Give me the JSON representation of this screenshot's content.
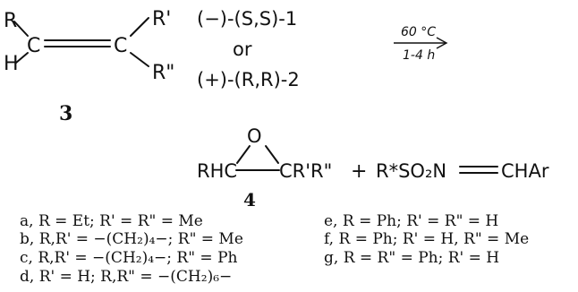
{
  "alkene": {
    "R_top_left": "R",
    "H_bottom_left": "H",
    "C_left": "C",
    "C_right": "C",
    "R_prime": "R'",
    "R_dprime": "R\""
  },
  "compound_number_alkene": "3",
  "reagents": {
    "line1": "(−)-(S,S)-1",
    "or": "or",
    "line2": "(+)-(R,R)-2"
  },
  "conditions": {
    "temperature": "60 °C",
    "time": "1-4 h"
  },
  "products": {
    "epoxide_left": "RHC",
    "epoxide_right": "CR'R\"",
    "epoxide_oxygen": "O",
    "plus": "+",
    "imine": "R*SO₂N",
    "imine_ar": "CHAr"
  },
  "compound_number_epoxide": "4",
  "substituents": {
    "left": [
      "a, R = Et; R' = R\" = Me",
      "b, R,R' = −(CH₂)₄−; R\" = Me",
      "c, R,R' = −(CH₂)₄−; R\" = Ph",
      "d, R' = H; R,R\" = −(CH₂)₆−"
    ],
    "right": [
      "e, R = Ph; R' = R\" = H",
      "f, R = Ph; R' = H, R\" = Me",
      "g, R = R\" = Ph; R' = H"
    ]
  }
}
